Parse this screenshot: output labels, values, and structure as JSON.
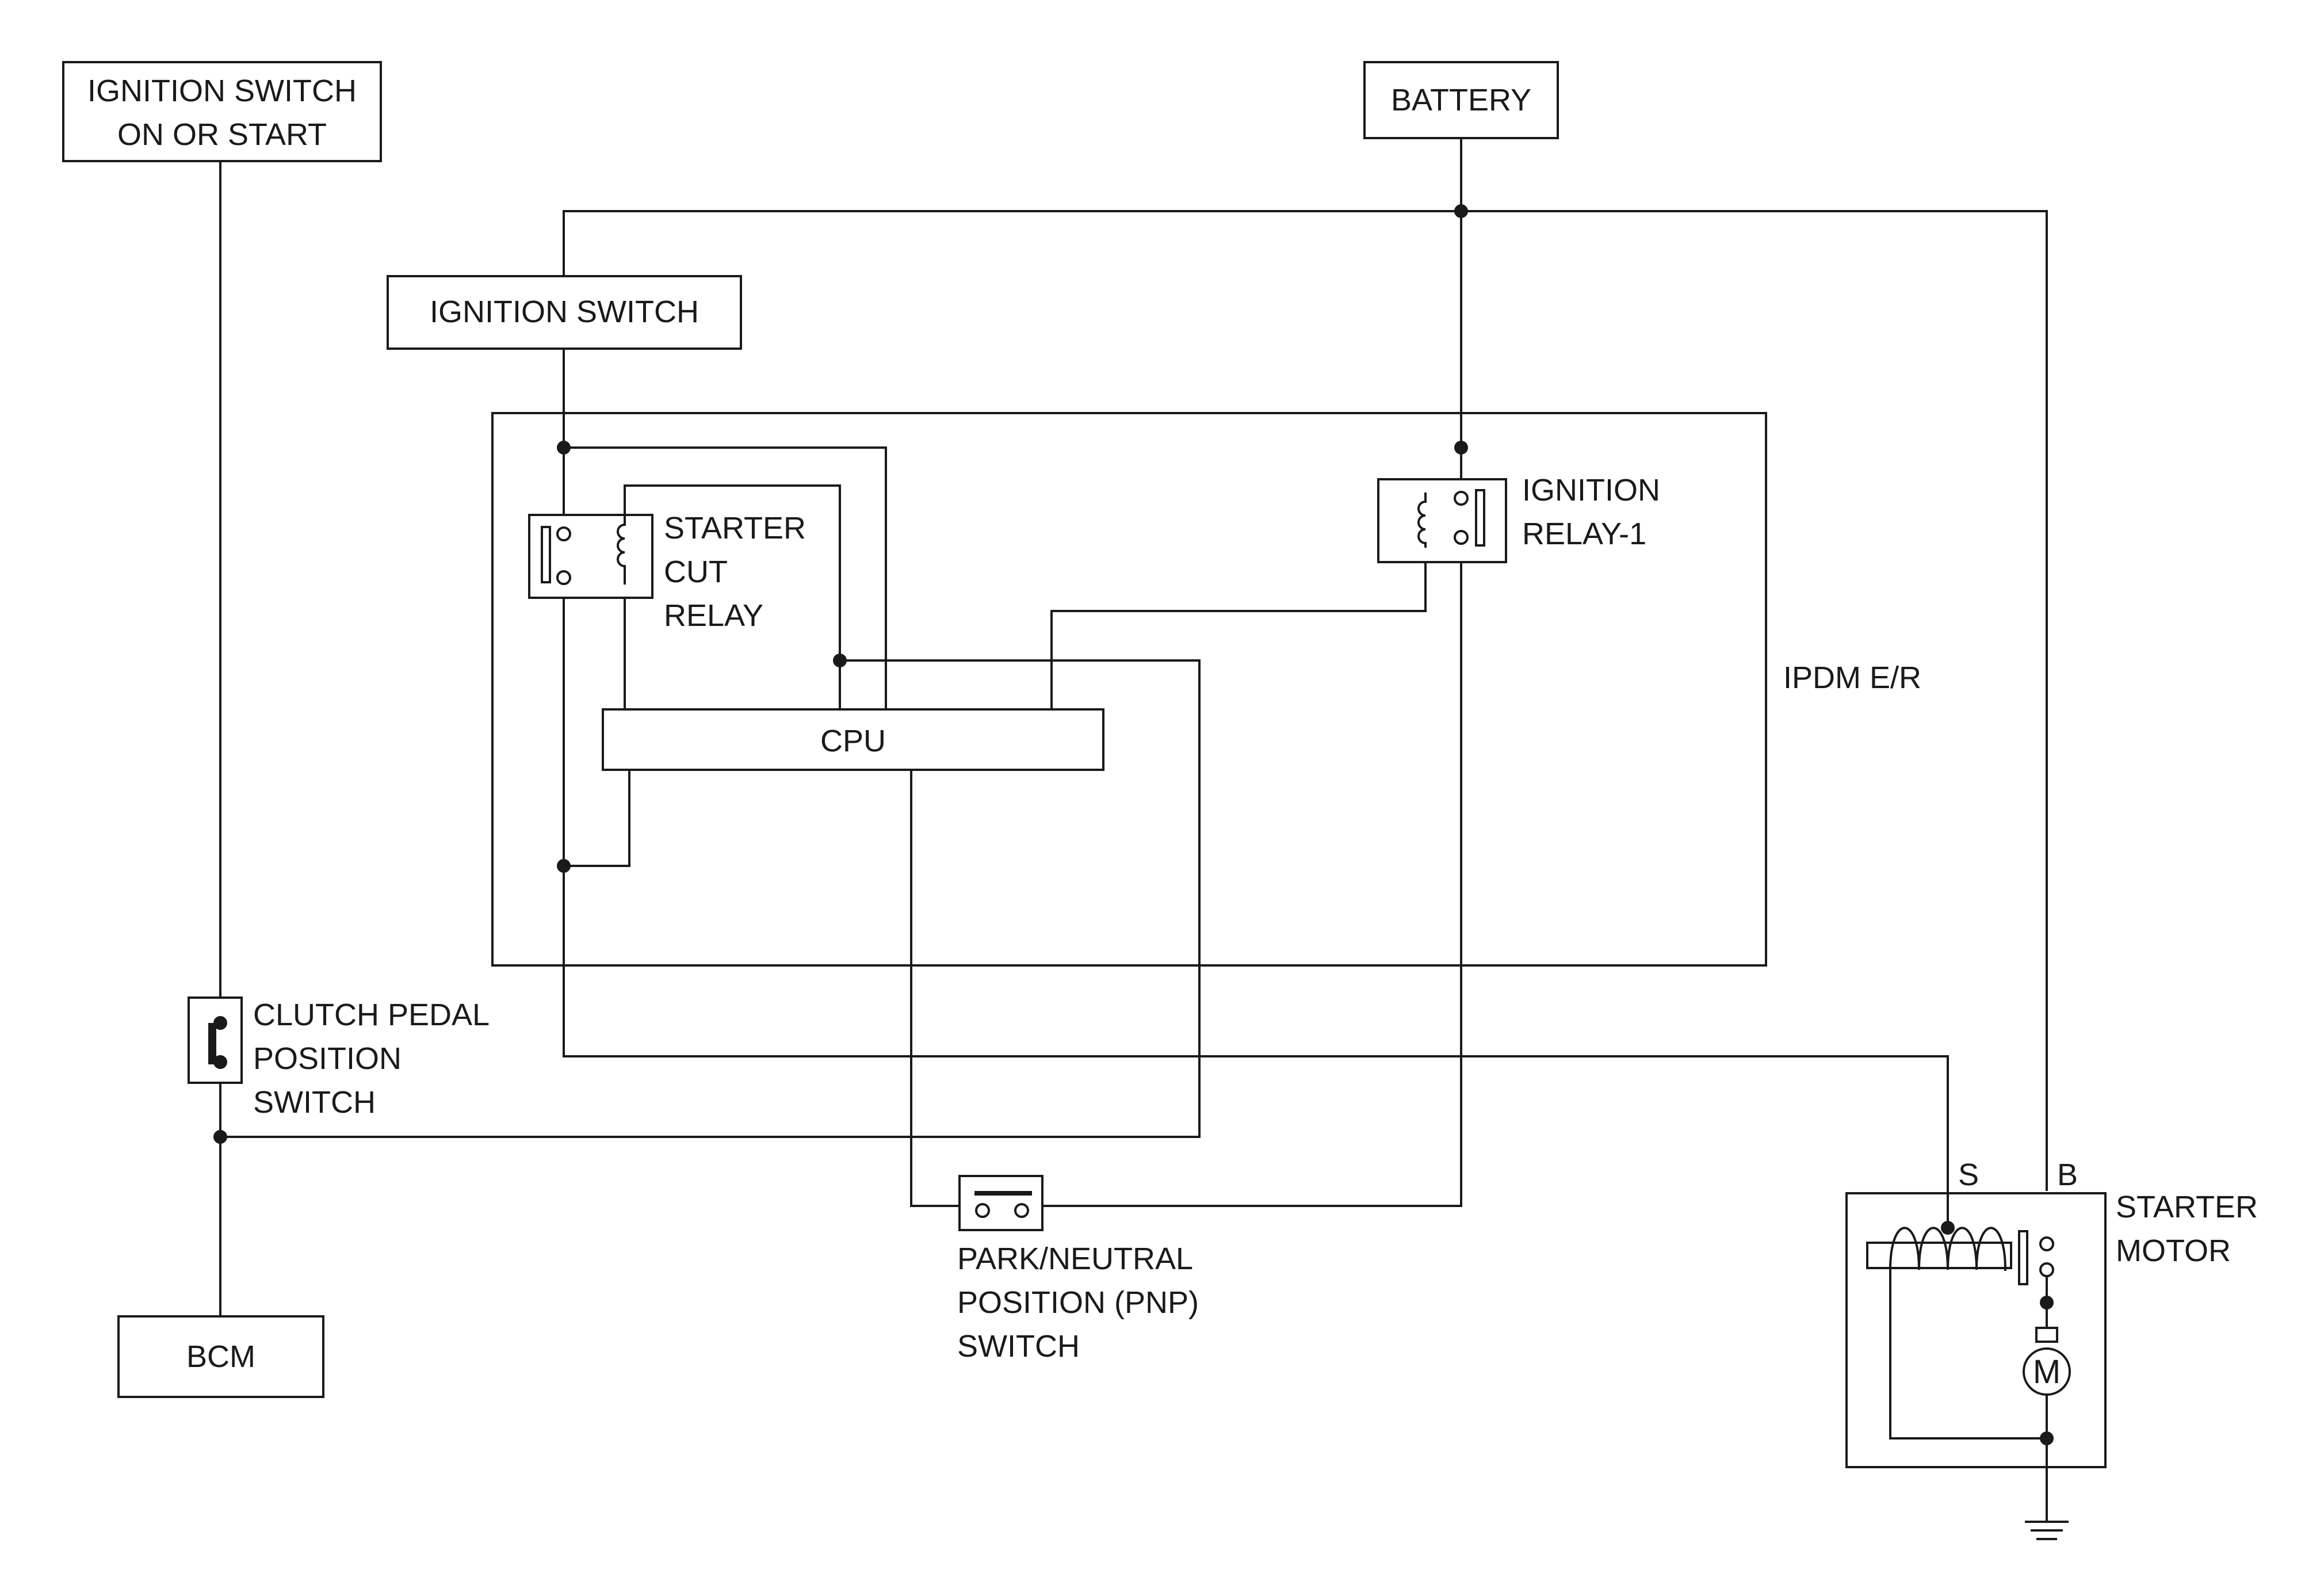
{
  "labels": {
    "ignition_switch_on_start": [
      "IGNITION SWITCH",
      "ON OR START"
    ],
    "battery": "BATTERY",
    "ignition_switch": "IGNITION SWITCH",
    "starter_cut_relay": [
      "STARTER",
      "CUT",
      "RELAY"
    ],
    "ignition_relay_1": [
      "IGNITION",
      "RELAY-1"
    ],
    "ipdm": "IPDM E/R",
    "cpu": "CPU",
    "clutch_switch": [
      "CLUTCH PEDAL",
      "POSITION",
      "SWITCH"
    ],
    "pnp_switch": [
      "PARK/NEUTRAL",
      "POSITION (PNP)",
      "SWITCH"
    ],
    "bcm": "BCM",
    "starter_motor": [
      "STARTER",
      "MOTOR"
    ],
    "terminal_s": "S",
    "terminal_b": "B",
    "motor_symbol": "M"
  }
}
